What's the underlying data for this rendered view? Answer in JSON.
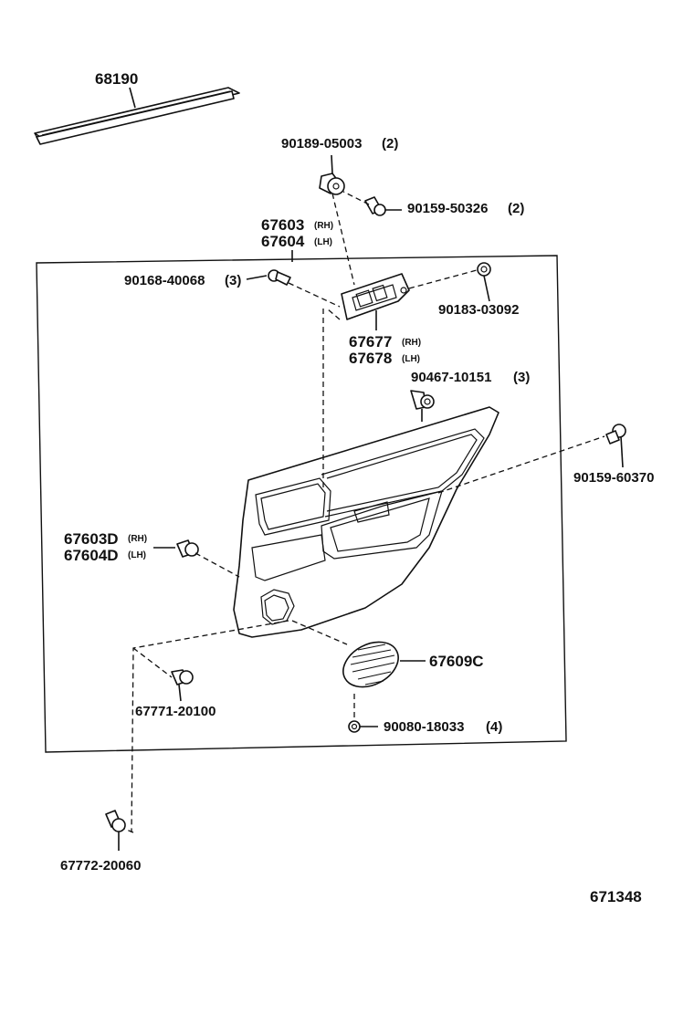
{
  "diagram": {
    "labels": {
      "weatherstrip": "68190",
      "clip_top": "90189-05003",
      "clip_top_qty": "(2)",
      "screw_top": "90159-50326",
      "screw_top_qty": "(2)",
      "board_rh": "67603",
      "board_rh_tag": "(RH)",
      "board_lh": "67604",
      "board_lh_tag": "(LH)",
      "screw_left": "90168-40068",
      "screw_left_qty": "(3)",
      "cap": "90183-03092",
      "bezel_rh": "67677",
      "bezel_rh_tag": "(RH)",
      "bezel_lh": "67678",
      "bezel_lh_tag": "(LH)",
      "clip_mid": "90467-10151",
      "clip_mid_qty": "(3)",
      "screw_right": "90159-60370",
      "clip_d_rh": "67603D",
      "clip_d_rh_tag": "(RH)",
      "clip_d_lh": "67604D",
      "clip_d_lh_tag": "(LH)",
      "speaker_grille": "67609C",
      "clip_bottom": "67771-20100",
      "grille_clip": "90080-18033",
      "grille_clip_qty": "(4)",
      "clip_outside": "67772-20060",
      "diagram_number": "671348"
    }
  }
}
